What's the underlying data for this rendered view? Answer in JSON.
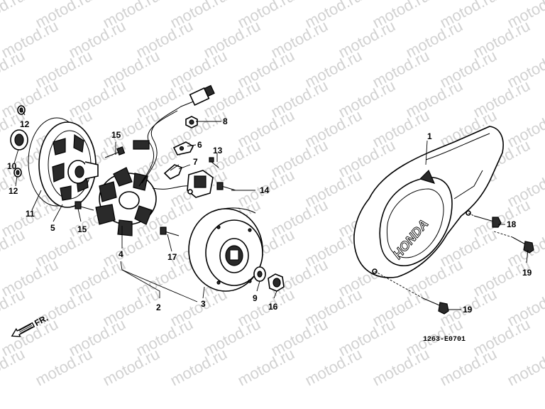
{
  "watermark": {
    "text": "motod.ru",
    "color": "#d2d2d2"
  },
  "diagram": {
    "code": "1263-E0701",
    "direction_label": "FR.",
    "brand_text": "HONDA"
  },
  "callouts": {
    "c1": "1",
    "c2": "2",
    "c3": "3",
    "c4": "4",
    "c5": "5",
    "c6": "6",
    "c7": "7",
    "c8": "8",
    "c9": "9",
    "c10": "10",
    "c11": "11",
    "c12a": "12",
    "c12b": "12",
    "c13": "13",
    "c14": "14",
    "c15a": "15",
    "c15b": "15",
    "c16": "16",
    "c17": "17",
    "c18": "18",
    "c19a": "19",
    "c19b": "19"
  },
  "icons": {
    "arrow": "front-direction-arrow-icon"
  }
}
